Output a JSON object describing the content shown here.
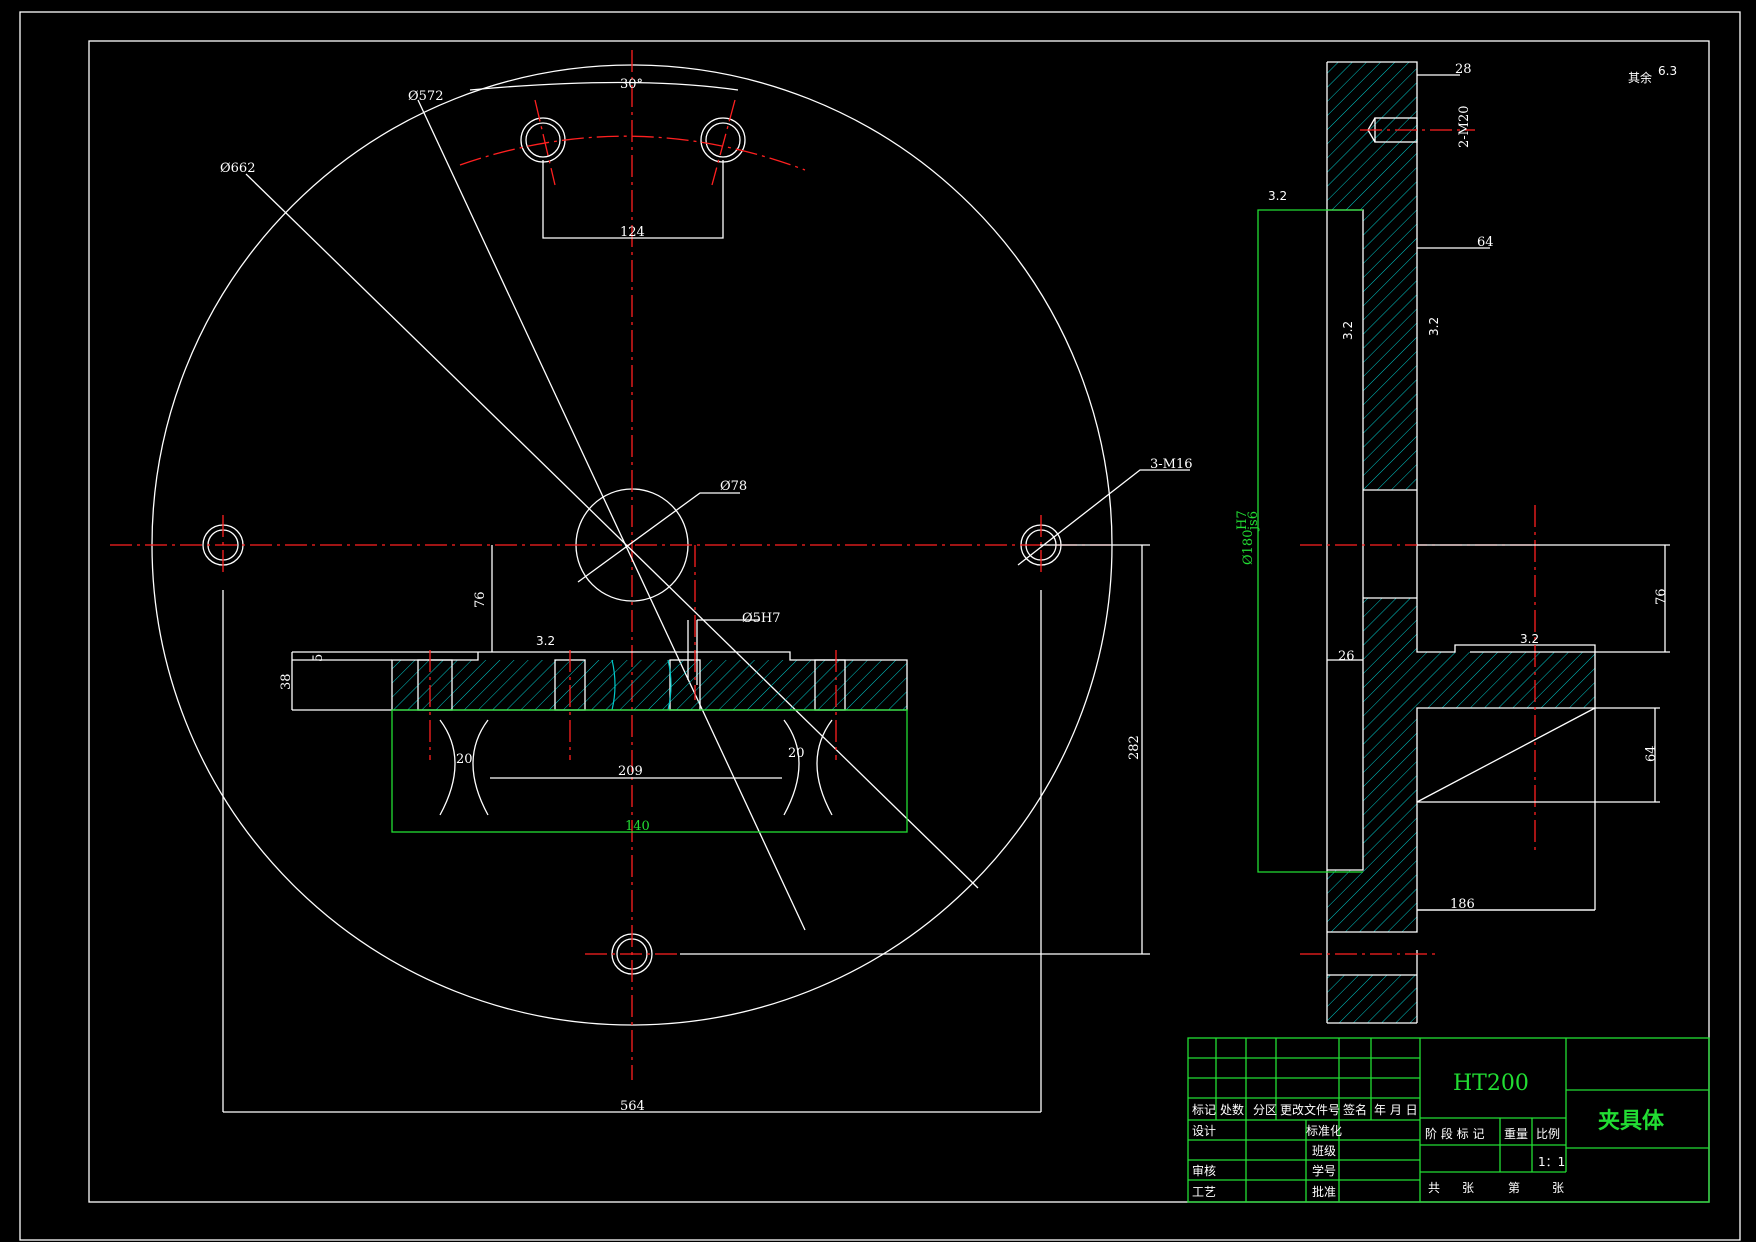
{
  "dims": {
    "d572": "Ø572",
    "d662": "Ø662",
    "angle30": "30°",
    "d124": "124",
    "d78": "Ø78",
    "m16": "3-M16",
    "d5h7": "Ø5H7",
    "d76a": "76",
    "d38": "38",
    "d5": "5",
    "d20a": "20",
    "d209": "209",
    "d20b": "20",
    "d140": "140",
    "d282": "282",
    "d564": "564",
    "d28": "28",
    "m20": "2-M20",
    "d64a": "64",
    "d180": "Ø180",
    "h7": "H7",
    "js6": "js6",
    "d26": "26",
    "d76b": "76",
    "d64b": "64",
    "d186": "186",
    "rough": "3.2",
    "rough_b": "3.2",
    "rough_c": "3.2",
    "rough_d": "3.2",
    "rough_e": "3.2",
    "rough_rest_label": "其余",
    "rough_rest_value": "6.3"
  },
  "title_block": {
    "material": "HT200",
    "part_name": "夹具体",
    "scale": "1：1",
    "hdr_mark": "标记",
    "hdr_count": "处数",
    "hdr_zone": "分区",
    "hdr_doc": "更改文件号",
    "hdr_sign": "签名",
    "hdr_date": "年 月 日",
    "design": "设计",
    "std": "标准化",
    "class": "班级",
    "check": "审核",
    "student_no": "学号",
    "process": "工艺",
    "approve": "批准",
    "stage_mark": "阶 段 标 记",
    "weight": "重量",
    "ratio": "比例",
    "total": "共",
    "sheets": "张",
    "sheet_no": "第",
    "sheets2": "张"
  }
}
